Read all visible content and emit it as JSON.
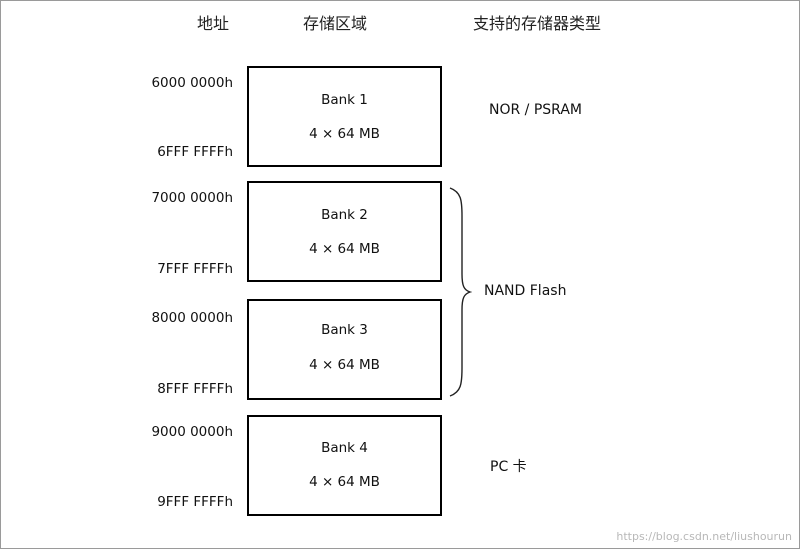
{
  "headers": {
    "address": "地址",
    "region": "存储区域",
    "types": "支持的存储器类型"
  },
  "banks": [
    {
      "start": "6000 0000h",
      "end": "6FFF FFFFh",
      "name": "Bank 1",
      "size": "4 × 64 MB"
    },
    {
      "start": "7000 0000h",
      "end": "7FFF FFFFh",
      "name": "Bank 2",
      "size": "4 × 64 MB"
    },
    {
      "start": "8000 0000h",
      "end": "8FFF FFFFh",
      "name": "Bank 3",
      "size": "4 × 64 MB"
    },
    {
      "start": "9000 0000h",
      "end": "9FFF FFFFh",
      "name": "Bank 4",
      "size": "4 × 64 MB"
    }
  ],
  "memory_types": {
    "bank1": "NOR /  PSRAM",
    "bank2_3": "NAND Flash",
    "bank4": "PC 卡"
  },
  "watermark": "https://blog.csdn.net/liushourun"
}
